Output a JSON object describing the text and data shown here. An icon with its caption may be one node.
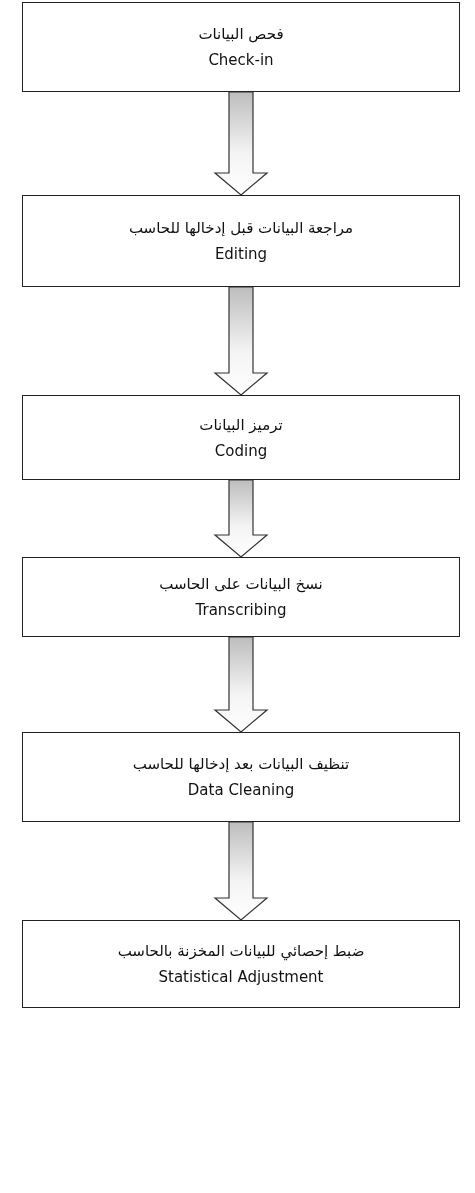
{
  "diagram": {
    "nodes": [
      {
        "text": [
          "فحص البيانات",
          "Check-in"
        ]
      },
      {
        "text": [
          "مراجعة البيانات قبل إدخالها للحاسب",
          "Editing"
        ]
      },
      {
        "text": [
          "ترميز البيانات",
          "Coding"
        ]
      },
      {
        "text": [
          "نسخ البيانات على الحاسب",
          "Transcribing"
        ]
      },
      {
        "text": [
          "تنظيف البيانات بعد إدخالها للحاسب",
          "Data Cleaning"
        ]
      },
      {
        "text": [
          "ضبط إحصائي للبيانات المخزنة بالحاسب",
          "Statistical Adjustment"
        ]
      }
    ],
    "edges": [
      {
        "from": 0,
        "to": 1,
        "arrow": "to"
      },
      {
        "from": 1,
        "to": 2,
        "arrow": "to"
      },
      {
        "from": 2,
        "to": 3,
        "arrow": "to"
      },
      {
        "from": 3,
        "to": 4,
        "arrow": "to"
      },
      {
        "from": 4,
        "to": 5,
        "arrow": "to"
      }
    ]
  }
}
